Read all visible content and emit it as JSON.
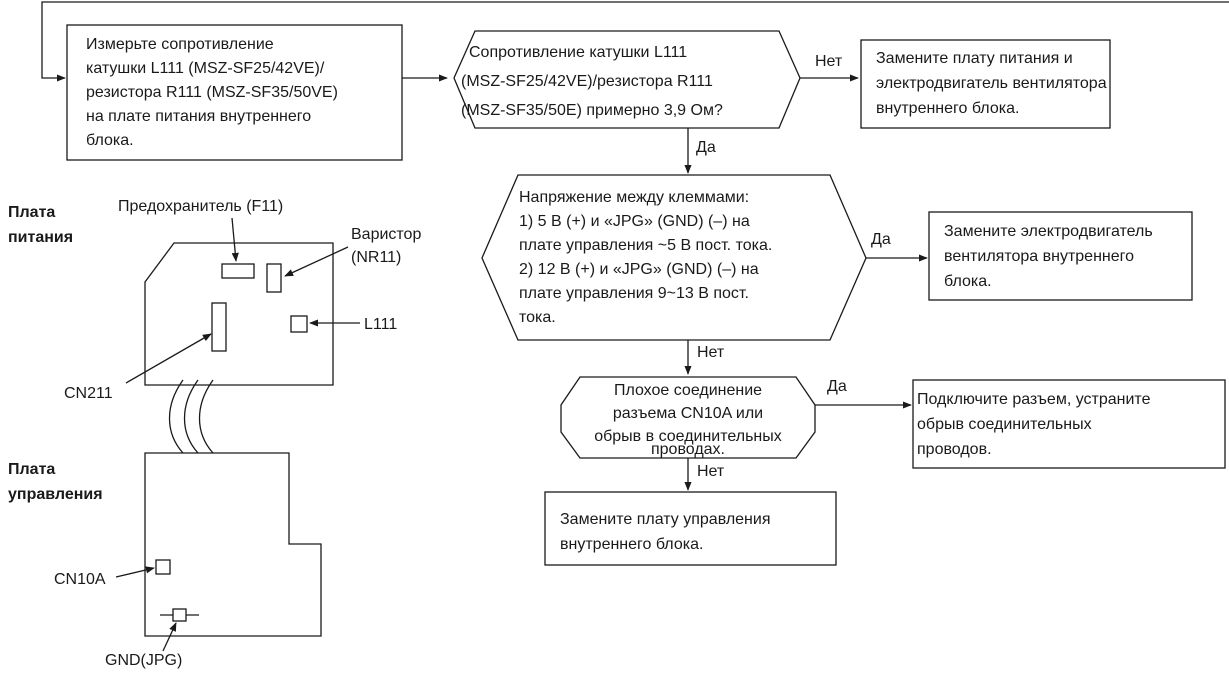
{
  "flowchart": {
    "measure_step": [
      "Измерьте сопротивление",
      "катушки L111 (MSZ-SF25/42VE)/",
      "резистора R111 (MSZ-SF35/50VE)",
      "на плате питания внутреннего",
      "блока."
    ],
    "resistance_question": [
      "Сопротивление катушки L111",
      "(MSZ-SF25/42VE)/резистора R111",
      "(MSZ-SF35/50E) примерно 3,9 Ом?"
    ],
    "replace_power_board": [
      "Замените плату питания и",
      "электродвигатель вентилятора",
      "внутреннего блока."
    ],
    "voltage_question": [
      "Напряжение между клеммами:",
      "1) 5 В (+) и «JPG» (GND) (–) на",
      "плате управления ~5 В пост. тока.",
      "2) 12 В (+) и «JPG» (GND) (–) на",
      "плате управления 9~13 В пост.",
      "тока."
    ],
    "replace_fan_motor": [
      "Замените электродвигатель",
      "вентилятора внутреннего",
      "блока."
    ],
    "connection_question": [
      "Плохое соединение",
      "разъема CN10A или",
      "обрыв в соединительных",
      "проводах."
    ],
    "connect_connector": [
      "Подключите разъем, устраните",
      "обрыв соединительных",
      "проводов."
    ],
    "replace_control_board": [
      "Замените плату управления",
      "внутреннего блока."
    ],
    "labels": {
      "no1": "Нет",
      "yes1": "Да",
      "yes2": "Да",
      "no2": "Нет",
      "yes3": "Да",
      "no3": "Нет"
    }
  },
  "board_diagram": {
    "power_board_title": [
      "Плата",
      "питания"
    ],
    "control_board_title": [
      "Плата",
      "управления"
    ],
    "fuse_label": "Предохранитель (F11)",
    "varistor_label": [
      "Варистор",
      "(NR11)"
    ],
    "l111_label": "L111",
    "cn211_label": "CN211",
    "cn10a_label": "CN10A",
    "gnd_label": "GND(JPG)"
  }
}
